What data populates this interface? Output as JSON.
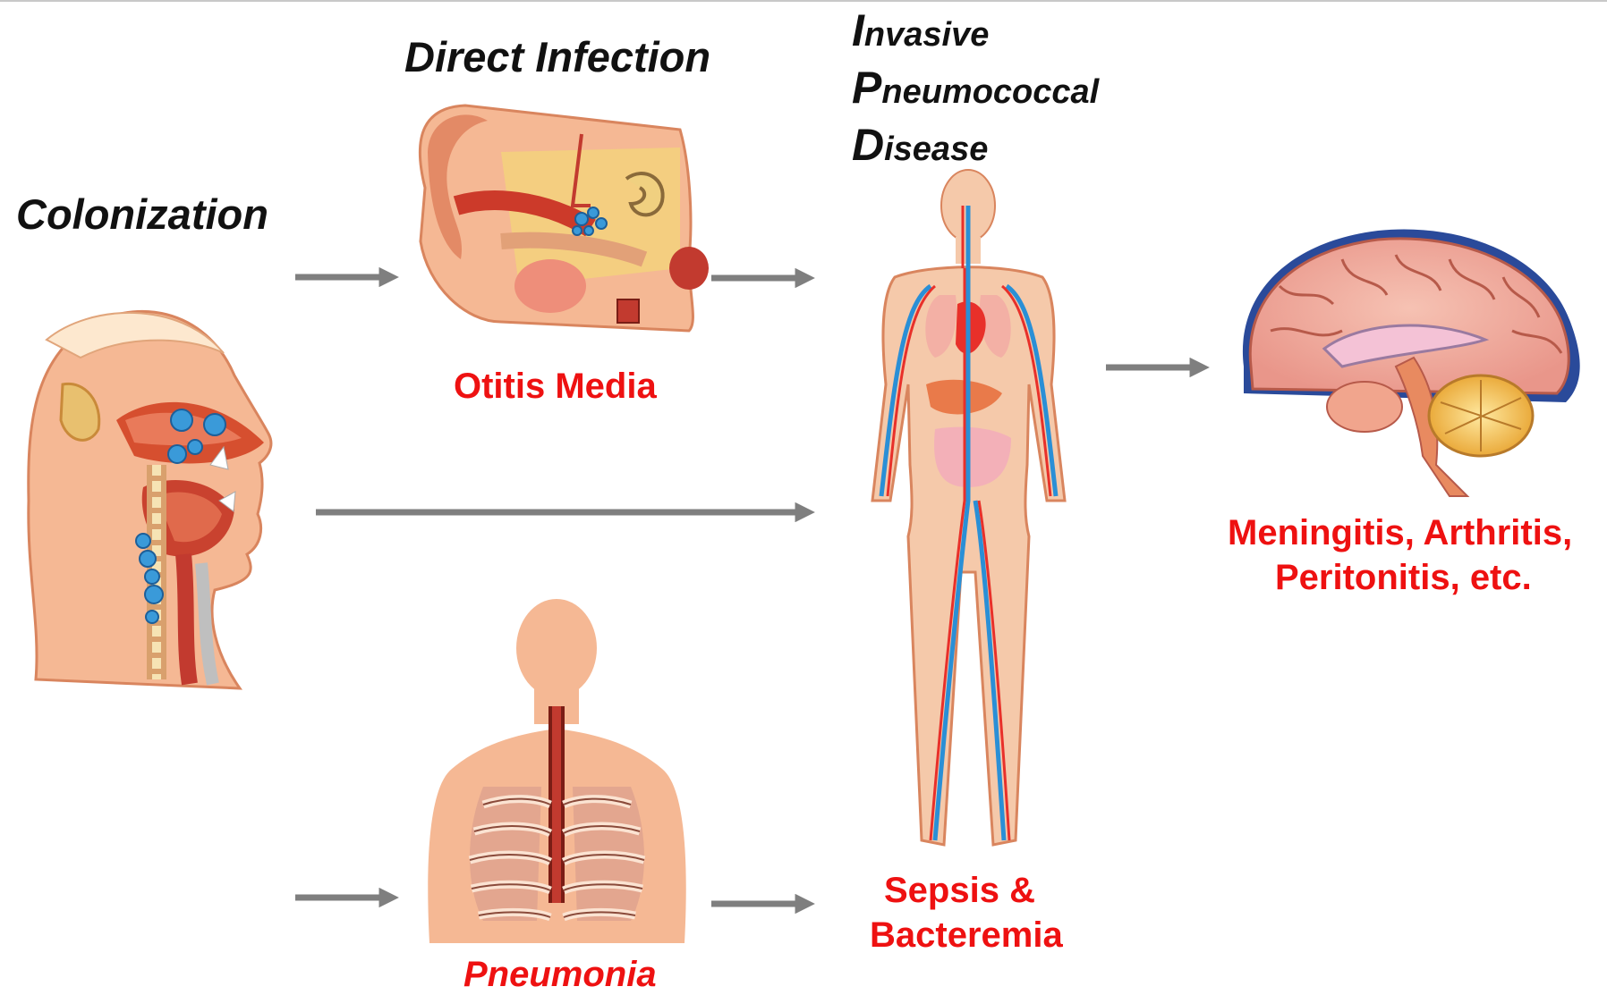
{
  "stages": {
    "colonization": "Colonization",
    "direct_infection": "Direct Infection",
    "ipd": [
      {
        "initial": "I",
        "rest": "nvasive"
      },
      {
        "initial": "P",
        "rest": "neumococcal"
      },
      {
        "initial": "D",
        "rest": "isease"
      }
    ]
  },
  "diseases": {
    "otitis_media": "Otitis Media",
    "pneumonia": "Pneumonia",
    "sepsis_line1": "Sepsis &",
    "sepsis_line2": "Bacteremia",
    "complications_line1": "Meningitis, Arthritis,",
    "complications_line2": "Peritonitis, etc."
  },
  "colors": {
    "arrow": "#7f7f7f",
    "disease_text": "#ee1111",
    "stage_text": "#111111",
    "skin": "#f5b894",
    "artery": "#e8302a",
    "vein": "#2a8fd6",
    "bacteria": "#3a9ad9"
  },
  "icons": [
    "head-cross-section-icon",
    "ear-anatomy-icon",
    "torso-lungs-icon",
    "body-circulatory-icon",
    "brain-sagittal-icon"
  ]
}
